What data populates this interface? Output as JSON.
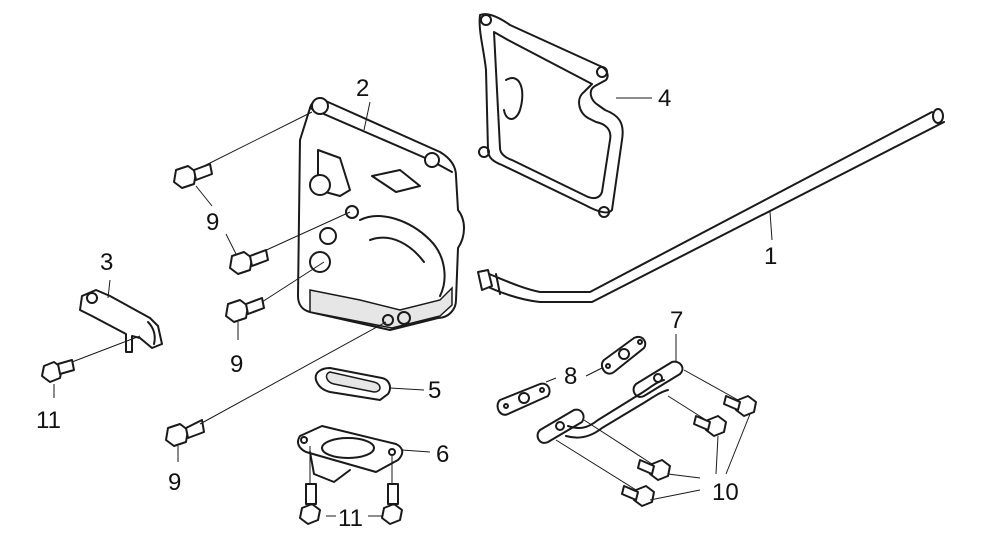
{
  "callouts": {
    "c1": "1",
    "c2": "2",
    "c3": "3",
    "c4": "4",
    "c5": "5",
    "c6": "6",
    "c7": "7",
    "c8": "8",
    "c9a": "9",
    "c9b": "9",
    "c9c": "9",
    "c10": "10",
    "c11a": "11",
    "c11b": "11"
  }
}
